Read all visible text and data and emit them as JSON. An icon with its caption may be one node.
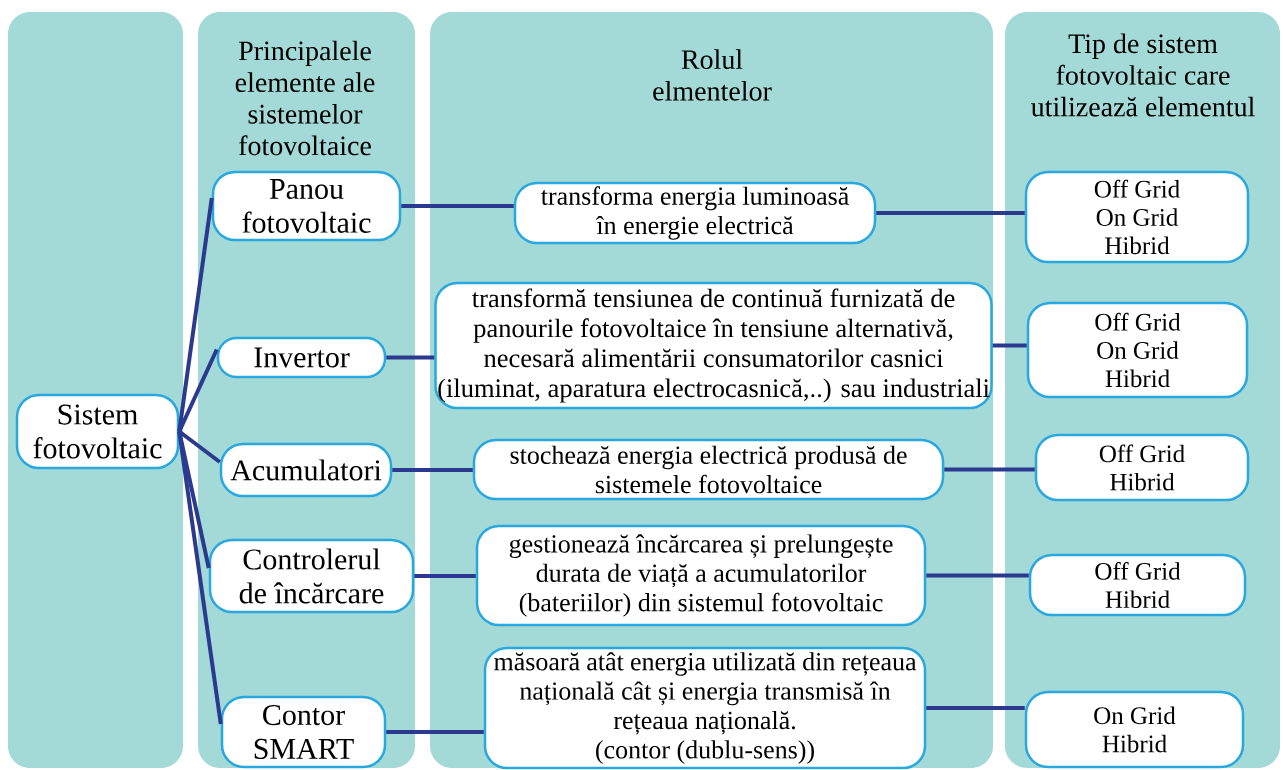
{
  "diagram": {
    "nodes": [
      {
        "text": [],
        "shape": "box"
      },
      {
        "text": [
          "Sistem fotovoltaic"
        ],
        "in": 0
      },
      {
        "text": [
          "Principalele elemente ale sistemelor fotovoltaice"
        ]
      },
      {
        "text": [
          "Panou fotovoltaic"
        ],
        "in": 2
      },
      {
        "text": [
          "Invertor"
        ],
        "in": 2
      },
      {
        "text": [
          "Acumulatori"
        ],
        "in": 2
      },
      {
        "text": [
          "Controlerul de încărcare"
        ],
        "in": 2
      },
      {
        "text": [
          "Contor SMART"
        ],
        "in": 2
      },
      {
        "text": [
          "Rolul elmentelor"
        ]
      },
      {
        "text": [
          "transforma energia luminoasă în energie electrică"
        ],
        "in": 8
      },
      {
        "text": [
          "transformă tensiunea de continuă furnizată de panourile fotovoltaice în tensiune alternativă, necesară alimentării consumatorilor casnici (iluminat, aparatura electrocasnică,..) sau industriali"
        ],
        "in": 8
      },
      {
        "text": [
          "stochează energia electrică produsă de sistemele fotovoltaice"
        ],
        "in": 8
      },
      {
        "text": [
          "gestionează încărcarea și prelungește durata de viață a acumulatorilor (bateriilor) din sistemul fotovoltaic"
        ],
        "in": 8
      },
      {
        "text": [
          "măsoară atât energia utilizată din rețeaua națională cât și energia transmisă în rețeaua națională.",
          "(contor (dublu-sens))"
        ],
        "in": 8
      },
      {
        "text": [
          "Tip de sistem fotovoltaic care utilizează elementul"
        ]
      },
      {
        "text": [
          "Off Grid",
          "On Grid",
          "Hibrid"
        ],
        "in": 14
      },
      {
        "text": [
          "Off Grid",
          "On Grid",
          "Hibrid"
        ],
        "in": 14
      },
      {
        "text": [
          "Off Grid",
          "Hibrid"
        ],
        "in": 14
      },
      {
        "text": [
          "Off Grid",
          "Hibrid"
        ],
        "in": 14
      },
      {
        "text": [
          "On Grid",
          "Hibrid"
        ],
        "in": 14
      }
    ],
    "edges": [
      {
        "from": 1,
        "to": 3,
        "arrow": "none"
      },
      {
        "from": 1,
        "to": 4,
        "arrow": "none"
      },
      {
        "from": 1,
        "to": 5,
        "arrow": "none"
      },
      {
        "from": 1,
        "to": 6,
        "arrow": "none"
      },
      {
        "from": 1,
        "to": 7,
        "arrow": "none"
      },
      {
        "from": 3,
        "to": 9,
        "arrow": "none"
      },
      {
        "from": 4,
        "to": 10,
        "arrow": "none"
      },
      {
        "from": 5,
        "to": 11,
        "arrow": "none"
      },
      {
        "from": 6,
        "to": 12,
        "arrow": "none"
      },
      {
        "from": 7,
        "to": 13,
        "arrow": "none"
      },
      {
        "from": 9,
        "to": 15,
        "arrow": "none"
      },
      {
        "from": 10,
        "to": 16,
        "arrow": "none"
      },
      {
        "from": 11,
        "to": 17,
        "arrow": "none"
      },
      {
        "from": 12,
        "to": 18,
        "arrow": "none"
      },
      {
        "from": 13,
        "to": 19,
        "arrow": "none"
      }
    ]
  }
}
